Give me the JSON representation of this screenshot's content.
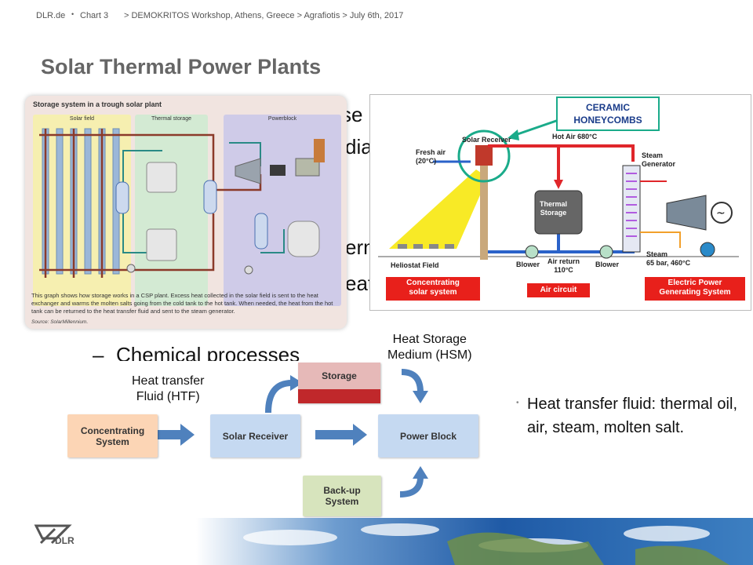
{
  "header": {
    "site": "DLR.de",
    "bullet": "•",
    "chart": "Chart 3",
    "breadcrumb": "> DEMOKRITOS Workshop, Athens, Greece  >  Agrafiotis > July 6th, 2017"
  },
  "title": "Solar Thermal Power Plants",
  "bullets_visible": {
    "frag1": "se",
    "frag2": "dia",
    "frag3": "erm",
    "frag4": "eat",
    "item_chemical": "Chemical processes",
    "dash": "–",
    "ellipsis": "…"
  },
  "trough_figure": {
    "heading": "Storage system in a trough solar plant",
    "panels": [
      "Solar field",
      "Thermal storage",
      "Powerblock"
    ],
    "caption": "This graph shows how storage works in a CSP plant. Excess heat collected in the solar field is sent to the heat exchanger and warms the molten salts going from the cold tank to the hot tank. When needed, the heat from the hot tank can be returned to the heat transfer fluid and sent to the steam generator.",
    "source": "Source: SolarMillennium."
  },
  "honeycomb_figure": {
    "callout": "CERAMIC\nHONEYCOMBS",
    "solar_receiver": "Solar Receiver",
    "fresh_air": "Fresh air\n(20°C)",
    "hot_air": "Hot Air 680°C",
    "thermal_storage": "Thermal\nStorage",
    "steam_generator": "Steam\nGenerator",
    "heliostat_field": "Heliostat Field",
    "blower1": "Blower",
    "blower2": "Blower",
    "air_return": "Air return\n110°C",
    "steam": "Steam\n65 bar, 460°C",
    "box_concentrating": "Concentrating\nsolar system",
    "box_air": "Air circuit",
    "box_power": "Electric Power\nGenerating System"
  },
  "block_diagram": {
    "concentrating": "Concentrating\nSystem",
    "receiver": "Solar Receiver",
    "storage": "Storage",
    "power": "Power Block",
    "backup": "Back-up\nSystem",
    "htf": "Heat transfer\nFluid (HTF)",
    "hsm": "Heat Storage\nMedium (HSM)"
  },
  "note": "Heat transfer fluid: thermal oil, air, steam, molten salt.",
  "note_bullet": "•",
  "logo": "DLR",
  "colors": {
    "title": "#666666",
    "red_box": "#e8201b",
    "teal_ring": "#1aab8a",
    "block_blue": "#c5d9f1",
    "block_orange": "#fcd5b5",
    "block_green": "#d7e4bd",
    "arrow_blue": "#4f81bd"
  }
}
